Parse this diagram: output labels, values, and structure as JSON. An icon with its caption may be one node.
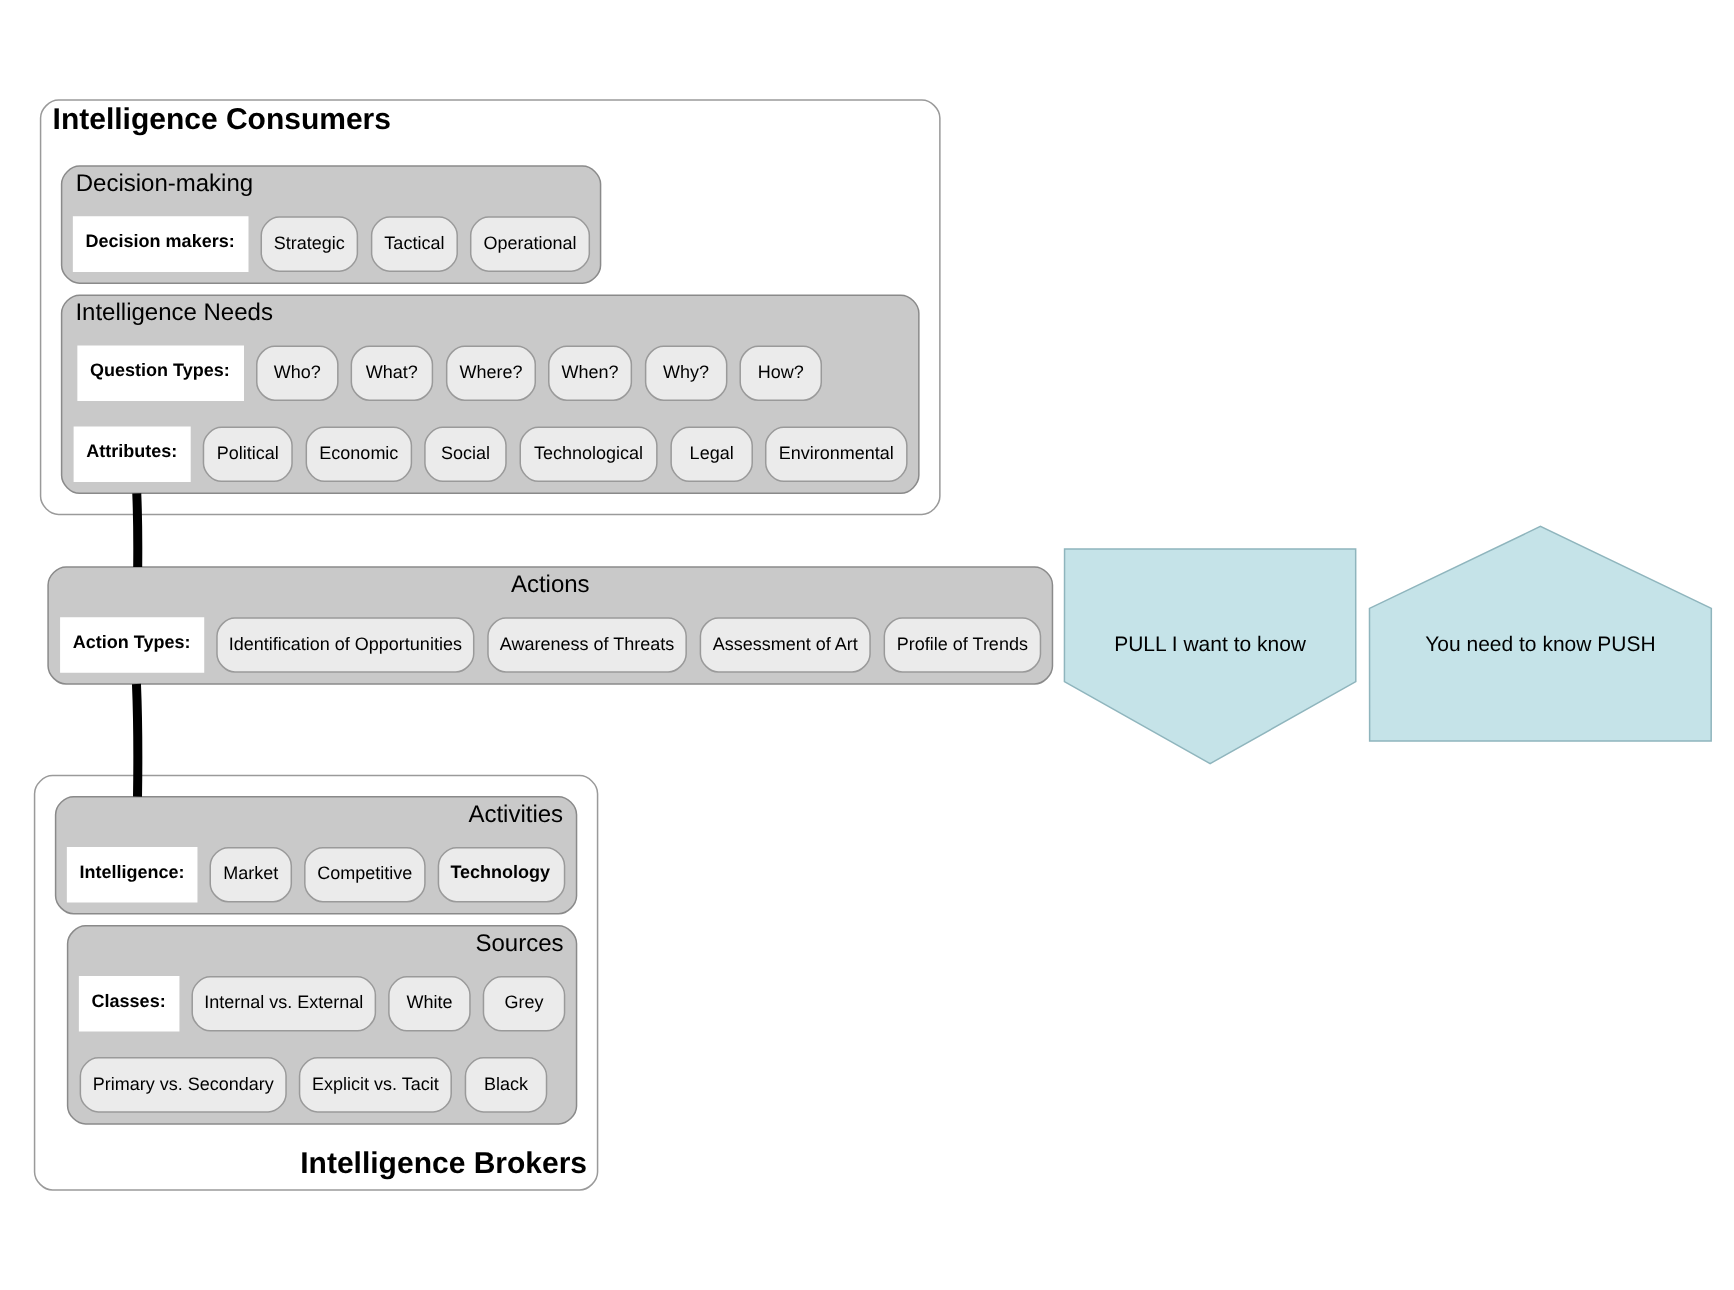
{
  "diagram": {
    "nodes": [
      {
        "text": [
          "Intelligence Consumers"
        ]
      },
      {
        "text": [
          "Decision-making"
        ],
        "in": 0
      },
      {
        "text": [
          "Decision makers:"
        ],
        "in": 1
      },
      {
        "text": [
          "Strategic"
        ],
        "in": 1
      },
      {
        "text": [
          "Tactical"
        ],
        "in": 1
      },
      {
        "text": [
          "Operational"
        ],
        "in": 1
      },
      {
        "text": [
          "Intelligence Needs"
        ],
        "in": 0
      },
      {
        "text": [
          "Question Types:"
        ],
        "in": 6
      },
      {
        "text": [
          "Who?"
        ],
        "in": 6
      },
      {
        "text": [
          "What?"
        ],
        "in": 6
      },
      {
        "text": [
          "Where?"
        ],
        "in": 6
      },
      {
        "text": [
          "When?"
        ],
        "in": 6
      },
      {
        "text": [
          "Why?"
        ],
        "in": 6
      },
      {
        "text": [
          "How?"
        ],
        "in": 6
      },
      {
        "text": [
          "Attributes:"
        ],
        "in": 6
      },
      {
        "text": [
          "Political"
        ],
        "in": 6
      },
      {
        "text": [
          "Economic"
        ],
        "in": 6
      },
      {
        "text": [
          "Social"
        ],
        "in": 6
      },
      {
        "text": [
          "Technological"
        ],
        "in": 6
      },
      {
        "text": [
          "Legal"
        ],
        "in": 6
      },
      {
        "text": [
          "Environmental"
        ],
        "in": 6
      },
      {
        "text": [
          "Actions"
        ]
      },
      {
        "text": [
          "Action Types:"
        ],
        "in": 21
      },
      {
        "text": [
          "Identification of Opportunities"
        ],
        "in": 21
      },
      {
        "text": [
          "Awareness of Threats"
        ],
        "in": 21
      },
      {
        "text": [
          "Assessment of Art"
        ],
        "in": 21
      },
      {
        "text": [
          "Profile of Trends"
        ],
        "in": 21
      },
      {
        "text": [
          "Intelligence Brokers"
        ]
      },
      {
        "text": [
          "Activities"
        ],
        "in": 27
      },
      {
        "text": [
          "Intelligence:"
        ],
        "in": 28
      },
      {
        "text": [
          "Market"
        ],
        "in": 28
      },
      {
        "text": [
          "Competitive"
        ],
        "in": 28
      },
      {
        "text": [
          "Technology"
        ],
        "in": 28
      },
      {
        "text": [
          "Sources"
        ],
        "in": 27
      },
      {
        "text": [
          "Classes:"
        ],
        "in": 33
      },
      {
        "text": [
          "Internal vs. External"
        ],
        "in": 33
      },
      {
        "text": [
          "White"
        ],
        "in": 33
      },
      {
        "text": [
          "Grey"
        ],
        "in": 33
      },
      {
        "text": [
          "Primary vs. Secondary"
        ],
        "in": 33
      },
      {
        "text": [
          "Explicit vs. Tacit"
        ],
        "in": 33
      },
      {
        "text": [
          "Black"
        ],
        "in": 33
      },
      {
        "text": [
          "PULL I want to know"
        ]
      },
      {
        "text": [
          "You need to know PUSH"
        ]
      }
    ],
    "edges": [
      {
        "from": 6,
        "to": 21,
        "arrow": "none"
      },
      {
        "from": 21,
        "to": 28,
        "arrow": "none"
      }
    ]
  }
}
